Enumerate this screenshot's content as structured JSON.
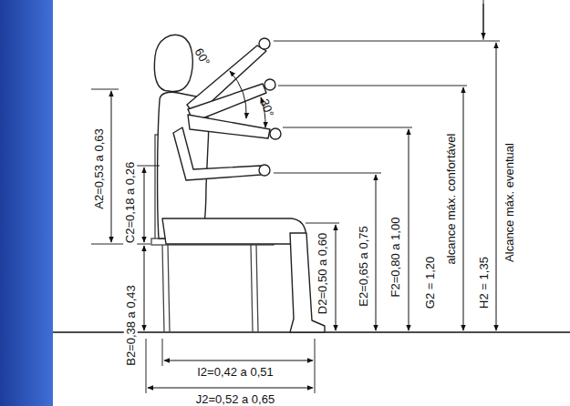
{
  "diagram": {
    "labels": [
      "A2=0,53 a 0,63",
      "C2=0,18 a 0,26",
      "B2=0,38 a 0,43",
      "60°",
      "30°",
      "D2=0,50 a 0,60",
      "E2=0,65 a 0,75",
      "F2=0,80 a 1,00",
      "G2 = 1,20",
      "alcance máx. confortável",
      "H2 = 1,35",
      "Alcance máx. eventual",
      "I2=0,42 a 0,51",
      "J2=0,52 a 0,65"
    ]
  }
}
